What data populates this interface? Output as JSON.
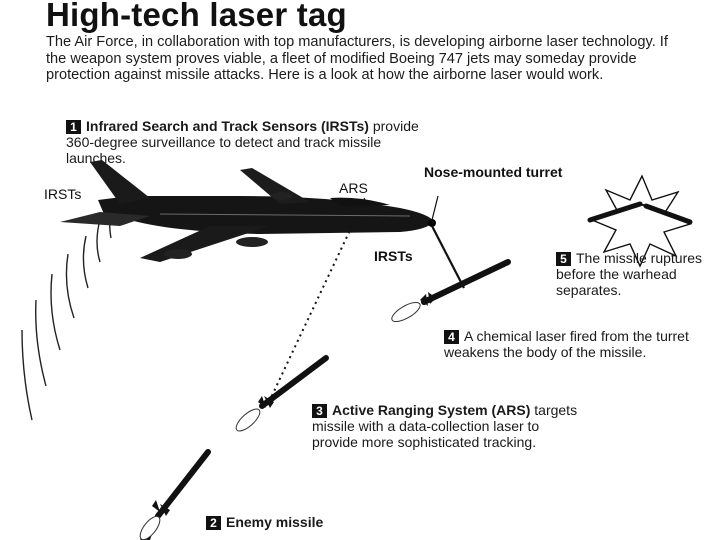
{
  "title": "High-tech laser tag",
  "intro": "The Air Force, in collaboration with top manufacturers, is developing airborne laser technology. If the weapon system proves viable, a fleet of modified Boeing 747 jets may someday provide protection against missile attacks. Here is a look at how the airborne laser would work.",
  "steps": [
    {
      "num": "1",
      "bold": "Infrared Search and Track Sensors (IRSTs)",
      "text": " provide 360-degree surveillance to detect and track missile launches."
    },
    {
      "num": "2",
      "bold": "Enemy missile",
      "text": ""
    },
    {
      "num": "3",
      "bold": "Active Ranging System (ARS)",
      "text": " targets missile with a data-collection laser to provide more sophisticated tracking."
    },
    {
      "num": "4",
      "bold": "",
      "text": "A chemical laser fired from the turret weakens the body of the missile."
    },
    {
      "num": "5",
      "bold": "",
      "text": "The missile ruptures before the warhead separates."
    }
  ],
  "labels": {
    "irsts_left": "IRSTs",
    "ars": "ARS",
    "nose_turret": "Nose-mounted turret",
    "irsts_right": "IRSTs"
  }
}
